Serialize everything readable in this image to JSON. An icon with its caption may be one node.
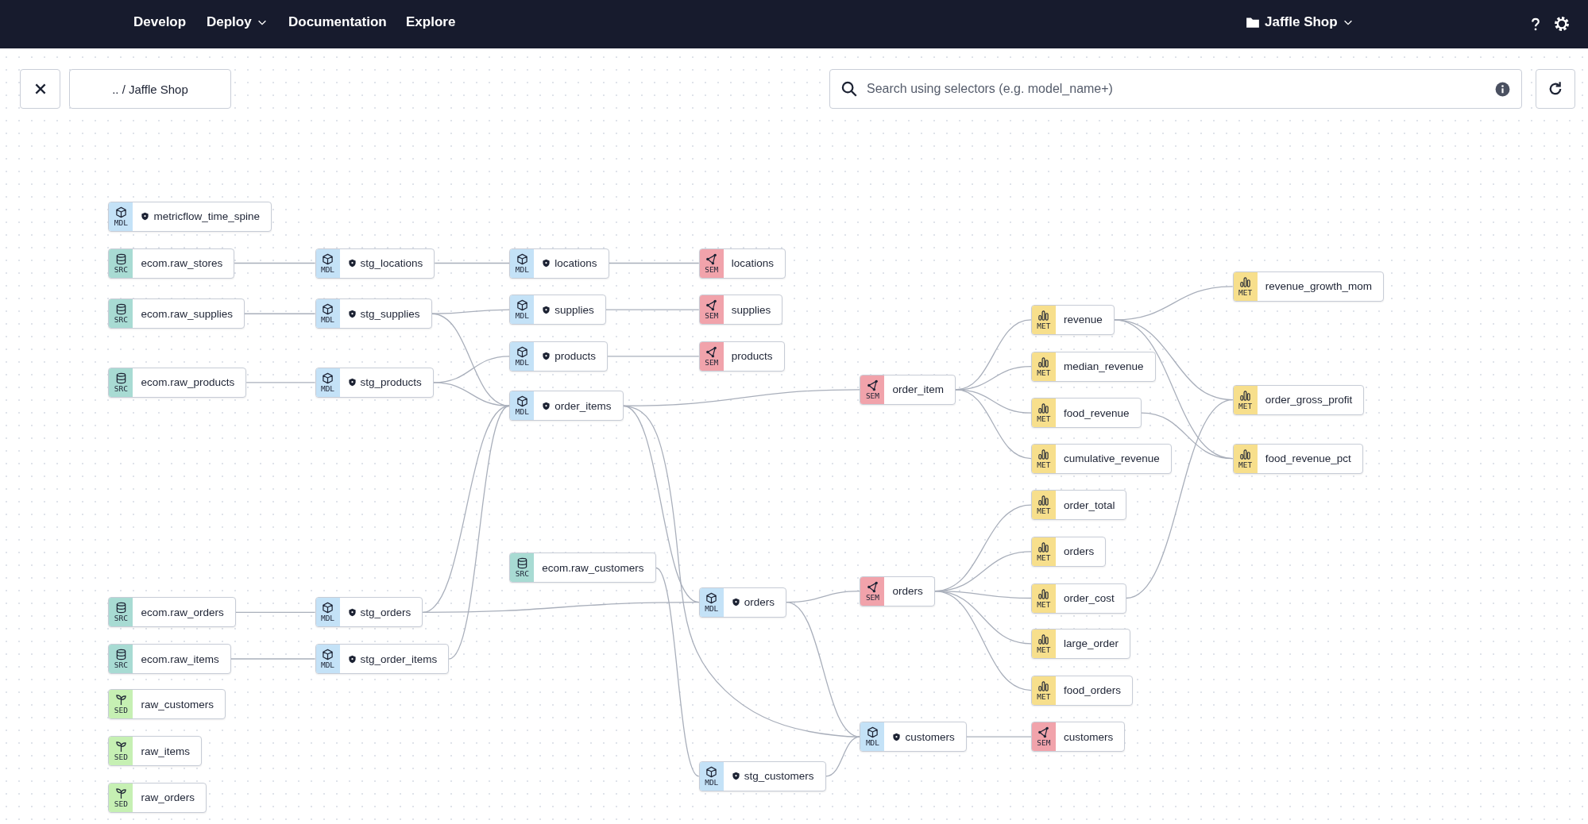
{
  "diagram": {
    "nodes": [
      {
        "text": [
          "MDL",
          "metricflow_time_spine"
        ]
      },
      {
        "text": [
          "SRC",
          "ecom.raw_stores"
        ]
      },
      {
        "text": [
          "SRC",
          "ecom.raw_supplies"
        ]
      },
      {
        "text": [
          "SRC",
          "ecom.raw_products"
        ]
      },
      {
        "text": [
          "SRC",
          "ecom.raw_orders"
        ]
      },
      {
        "text": [
          "SRC",
          "ecom.raw_items"
        ]
      },
      {
        "text": [
          "SED",
          "raw_customers"
        ]
      },
      {
        "text": [
          "SED",
          "raw_items"
        ]
      },
      {
        "text": [
          "SED",
          "raw_orders"
        ]
      },
      {
        "text": [
          "MDL",
          "stg_locations"
        ]
      },
      {
        "text": [
          "MDL",
          "stg_supplies"
        ]
      },
      {
        "text": [
          "MDL",
          "stg_products"
        ]
      },
      {
        "text": [
          "MDL",
          "stg_orders"
        ]
      },
      {
        "text": [
          "MDL",
          "stg_order_items"
        ]
      },
      {
        "text": [
          "MDL",
          "locations"
        ]
      },
      {
        "text": [
          "MDL",
          "supplies"
        ]
      },
      {
        "text": [
          "MDL",
          "products"
        ]
      },
      {
        "text": [
          "MDL",
          "order_items"
        ]
      },
      {
        "text": [
          "SRC",
          "ecom.raw_customers"
        ]
      },
      {
        "text": [
          "SEM",
          "locations"
        ]
      },
      {
        "text": [
          "SEM",
          "supplies"
        ]
      },
      {
        "text": [
          "SEM",
          "products"
        ]
      },
      {
        "text": [
          "MDL",
          "orders"
        ]
      },
      {
        "text": [
          "MDL",
          "stg_customers"
        ]
      },
      {
        "text": [
          "SEM",
          "order_item"
        ]
      },
      {
        "text": [
          "SEM",
          "orders"
        ]
      },
      {
        "text": [
          "MDL",
          "customers"
        ]
      },
      {
        "text": [
          "MET",
          "revenue"
        ]
      },
      {
        "text": [
          "MET",
          "median_revenue"
        ]
      },
      {
        "text": [
          "MET",
          "food_revenue"
        ]
      },
      {
        "text": [
          "MET",
          "cumulative_revenue"
        ]
      },
      {
        "text": [
          "MET",
          "order_total"
        ]
      },
      {
        "text": [
          "MET",
          "orders"
        ]
      },
      {
        "text": [
          "MET",
          "order_cost"
        ]
      },
      {
        "text": [
          "MET",
          "large_order"
        ]
      },
      {
        "text": [
          "MET",
          "food_orders"
        ]
      },
      {
        "text": [
          "SEM",
          "customers"
        ]
      },
      {
        "text": [
          "MET",
          "revenue_growth_mom"
        ]
      },
      {
        "text": [
          "MET",
          "order_gross_profit"
        ]
      },
      {
        "text": [
          "MET",
          "food_revenue_pct"
        ]
      }
    ],
    "edges": [
      {
        "from": 1,
        "to": 9,
        "arrow": "none"
      },
      {
        "from": 2,
        "to": 10,
        "arrow": "none"
      },
      {
        "from": 3,
        "to": 11,
        "arrow": "none"
      },
      {
        "from": 4,
        "to": 12,
        "arrow": "none"
      },
      {
        "from": 5,
        "to": 13,
        "arrow": "none"
      },
      {
        "from": 9,
        "to": 14,
        "arrow": "none"
      },
      {
        "from": 10,
        "to": 15,
        "arrow": "none"
      },
      {
        "from": 10,
        "to": 17,
        "arrow": "none"
      },
      {
        "from": 11,
        "to": 16,
        "arrow": "none"
      },
      {
        "from": 11,
        "to": 17,
        "arrow": "none"
      },
      {
        "from": 12,
        "to": 17,
        "arrow": "none"
      },
      {
        "from": 13,
        "to": 17,
        "arrow": "none"
      },
      {
        "from": 14,
        "to": 19,
        "arrow": "none"
      },
      {
        "from": 15,
        "to": 20,
        "arrow": "none"
      },
      {
        "from": 16,
        "to": 21,
        "arrow": "none"
      },
      {
        "from": 17,
        "to": 24,
        "arrow": "none"
      },
      {
        "from": 17,
        "to": 22,
        "arrow": "none"
      },
      {
        "from": 17,
        "to": 26,
        "arrow": "none"
      },
      {
        "from": 12,
        "to": 22,
        "arrow": "none"
      },
      {
        "from": 18,
        "to": 23,
        "arrow": "none"
      },
      {
        "from": 22,
        "to": 25,
        "arrow": "none"
      },
      {
        "from": 22,
        "to": 26,
        "arrow": "none"
      },
      {
        "from": 23,
        "to": 26,
        "arrow": "none"
      },
      {
        "from": 26,
        "to": 36,
        "arrow": "none"
      },
      {
        "from": 24,
        "to": 27,
        "arrow": "none"
      },
      {
        "from": 24,
        "to": 28,
        "arrow": "none"
      },
      {
        "from": 24,
        "to": 29,
        "arrow": "none"
      },
      {
        "from": 24,
        "to": 30,
        "arrow": "none"
      },
      {
        "from": 25,
        "to": 31,
        "arrow": "none"
      },
      {
        "from": 25,
        "to": 32,
        "arrow": "none"
      },
      {
        "from": 25,
        "to": 33,
        "arrow": "none"
      },
      {
        "from": 25,
        "to": 34,
        "arrow": "none"
      },
      {
        "from": 25,
        "to": 35,
        "arrow": "none"
      },
      {
        "from": 27,
        "to": 37,
        "arrow": "none"
      },
      {
        "from": 27,
        "to": 38,
        "arrow": "none"
      },
      {
        "from": 27,
        "to": 39,
        "arrow": "none"
      },
      {
        "from": 29,
        "to": 39,
        "arrow": "none"
      },
      {
        "from": 33,
        "to": 38,
        "arrow": "none"
      }
    ],
    "labels": [
      "Develop",
      "Deploy",
      "Documentation",
      "Explore",
      "Jaffle Shop",
      ".. / Jaffle Shop",
      "Search using selectors (e.g. model_name+)"
    ]
  }
}
